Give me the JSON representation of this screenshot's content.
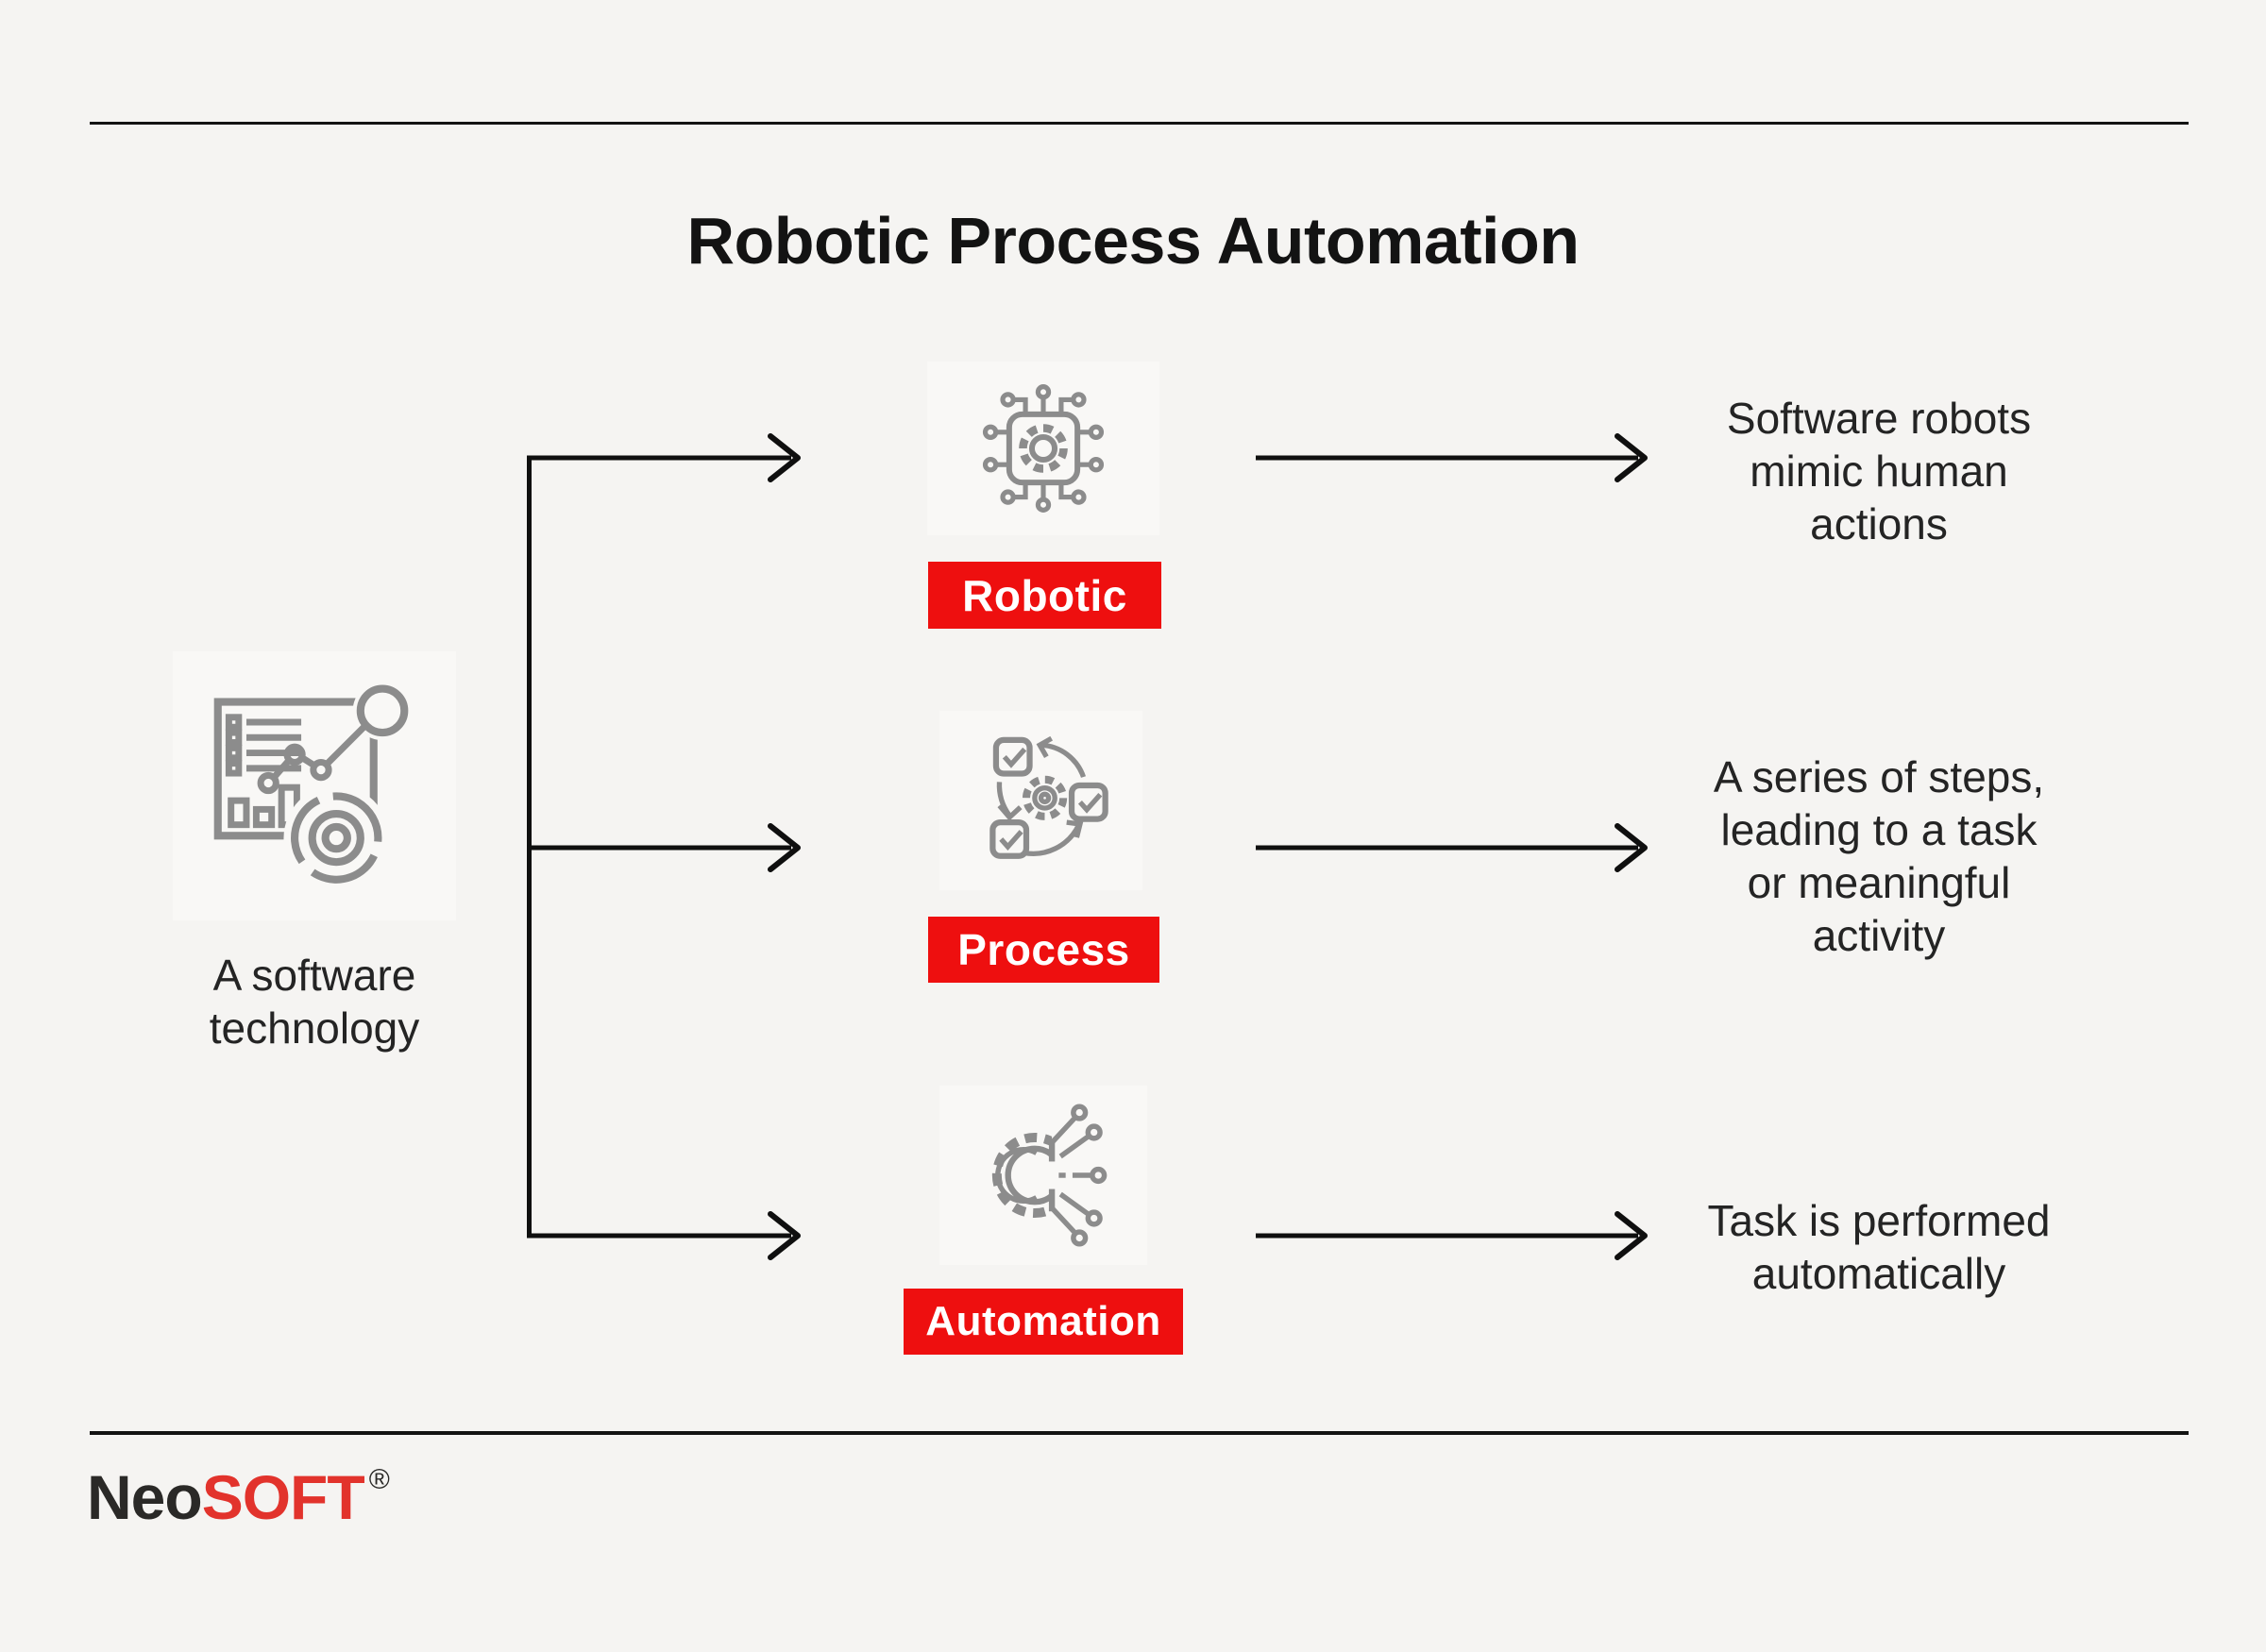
{
  "title": "Robotic Process Automation",
  "colors": {
    "background": "#f5f4f2",
    "rule_black": "#131313",
    "arrow_black": "#0f0f0f",
    "label_red": "#ee0f0f",
    "label_text": "#ffffff",
    "icon_gray": "#8c8c8c",
    "tile_background": "#f9f8f6",
    "text_dark": "#242424",
    "logo_black": "#2a2927",
    "logo_red": "#e2332c"
  },
  "source": {
    "icon": "analytics-chart-icon",
    "label": "A software\ntechnology"
  },
  "branches": [
    {
      "label": "Robotic",
      "icon": "chip-gear-icon",
      "description": "Software robots\nmimic human\nactions"
    },
    {
      "label": "Process",
      "icon": "process-cycle-icon",
      "description": "A series of steps,\nleading to a task\nor meaningful\nactivity"
    },
    {
      "label": "Automation",
      "icon": "automation-gear-icon",
      "description": "Task is performed\nautomatically"
    }
  ],
  "logo": {
    "part1": "Neo",
    "part2": "SOFT",
    "registered": "®"
  }
}
